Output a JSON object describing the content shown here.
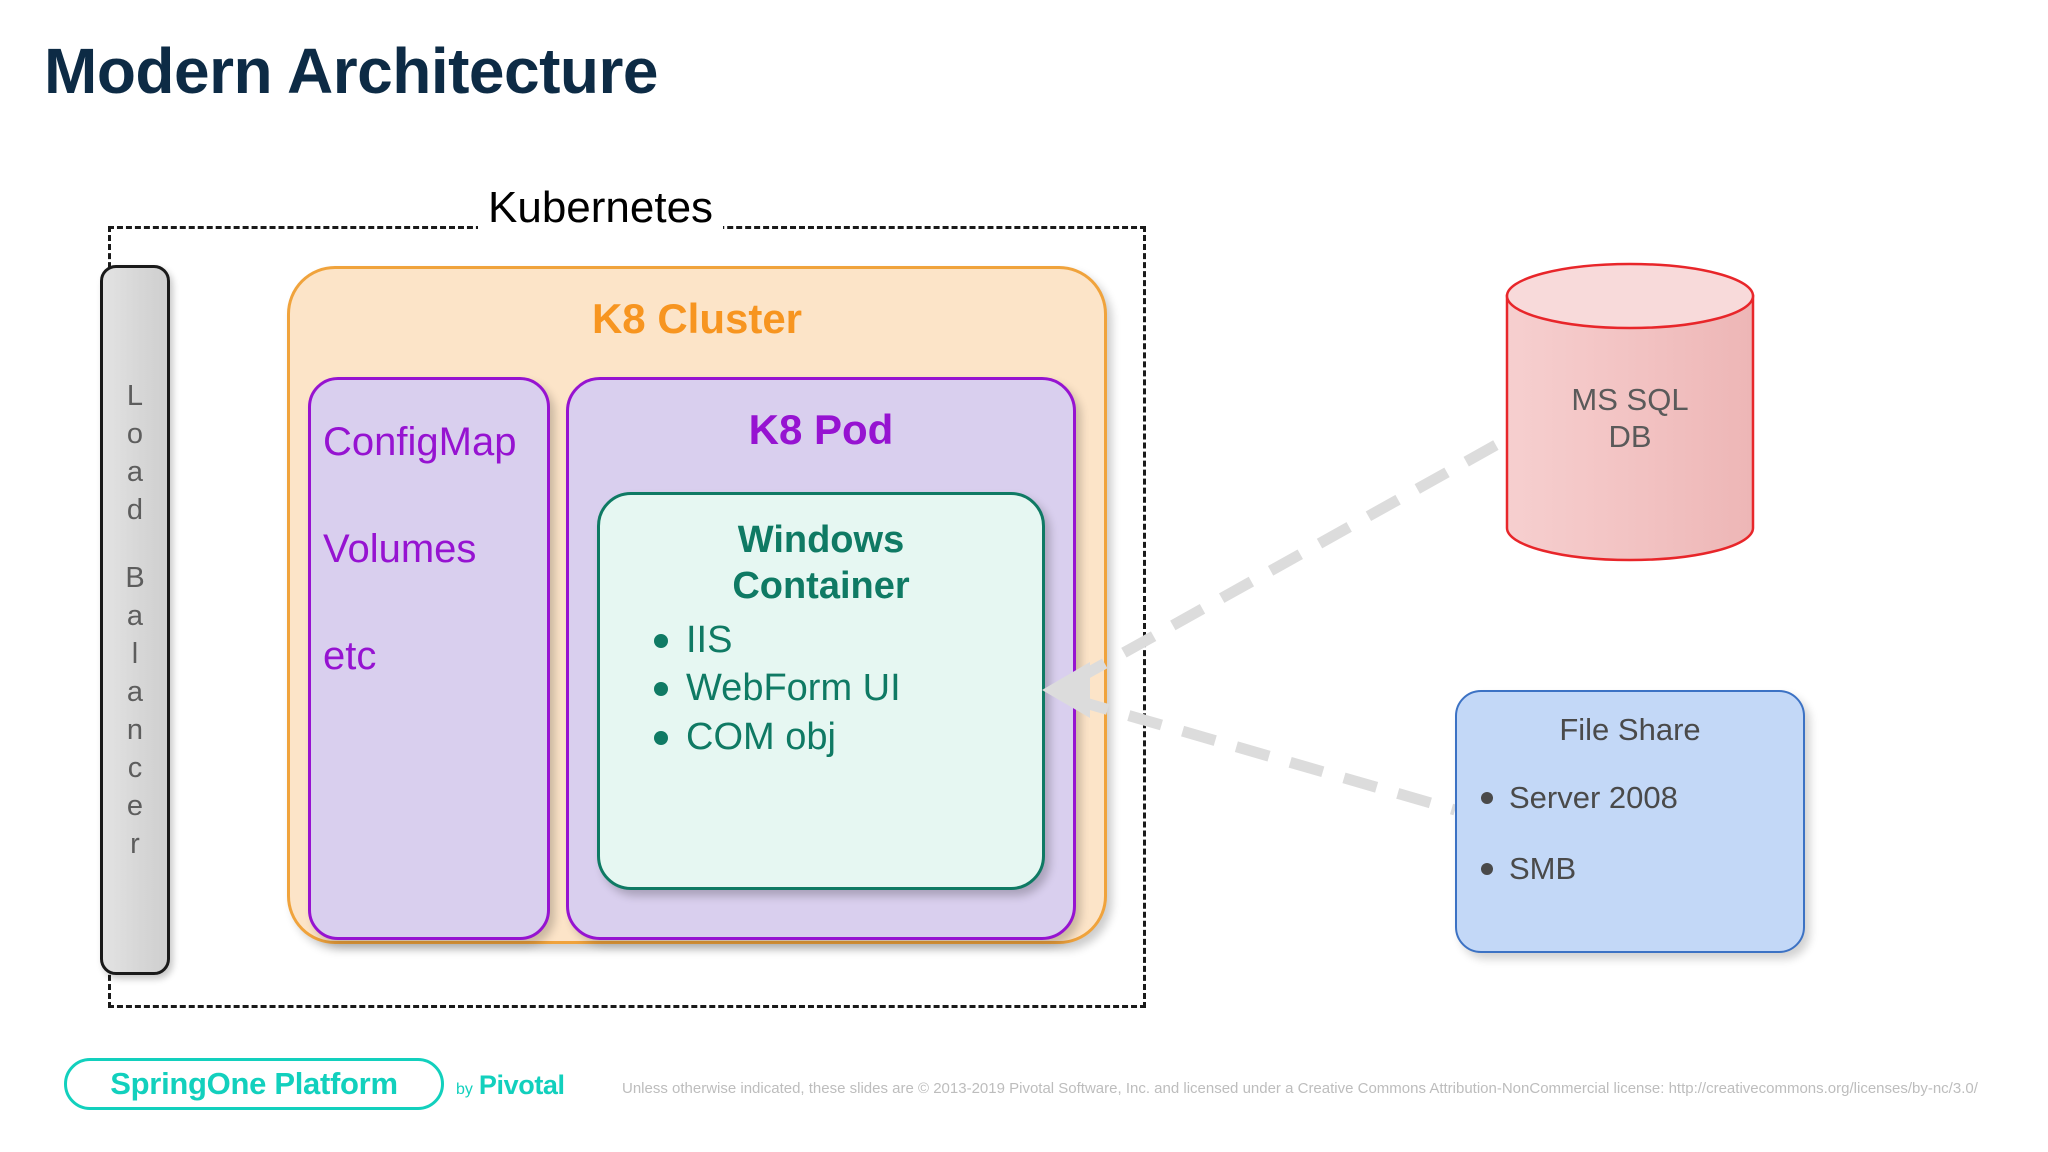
{
  "slide": {
    "title": "Modern Architecture"
  },
  "kubernetes": {
    "label": "Kubernetes"
  },
  "load_balancer": {
    "word1": "Load",
    "word2": "Balancer",
    "full_label": "Load Balancer"
  },
  "k8_cluster": {
    "title": "K8 Cluster",
    "config_items": [
      "ConfigMap",
      "Volumes",
      "etc"
    ],
    "pod": {
      "title": "K8 Pod",
      "container": {
        "title_line1": "Windows",
        "title_line2": "Container",
        "items": [
          "IIS",
          "WebForm UI",
          "COM obj"
        ]
      }
    }
  },
  "external": {
    "database": {
      "line1": "MS SQL",
      "line2": "DB"
    },
    "file_share": {
      "title": "File Share",
      "items": [
        "Server 2008",
        "SMB"
      ]
    }
  },
  "footer": {
    "logo_text": "SpringOne Platform",
    "by_word": "by",
    "brand": "Pivotal",
    "copyright": "Unless otherwise indicated, these slides are © 2013-2019 Pivotal Software, Inc. and licensed under a Creative Commons Attribution-NonCommercial license: http://creativecommons.org/licenses/by-nc/3.0/"
  },
  "colors": {
    "title": "#0d2b45",
    "cluster_border": "#f0a33c",
    "cluster_title": "#f79520",
    "pod_border": "#9613d1",
    "pod_title": "#9613d1",
    "container_border": "#0f7a64",
    "container_text": "#0f7a64",
    "db_border": "#e8262a",
    "db_fill": "#f3c4c4",
    "fileshare_border": "#3c72c4",
    "fileshare_fill": "#c3d8f7",
    "brand_teal": "#12d0bd",
    "connector": "#dcdcdc"
  }
}
